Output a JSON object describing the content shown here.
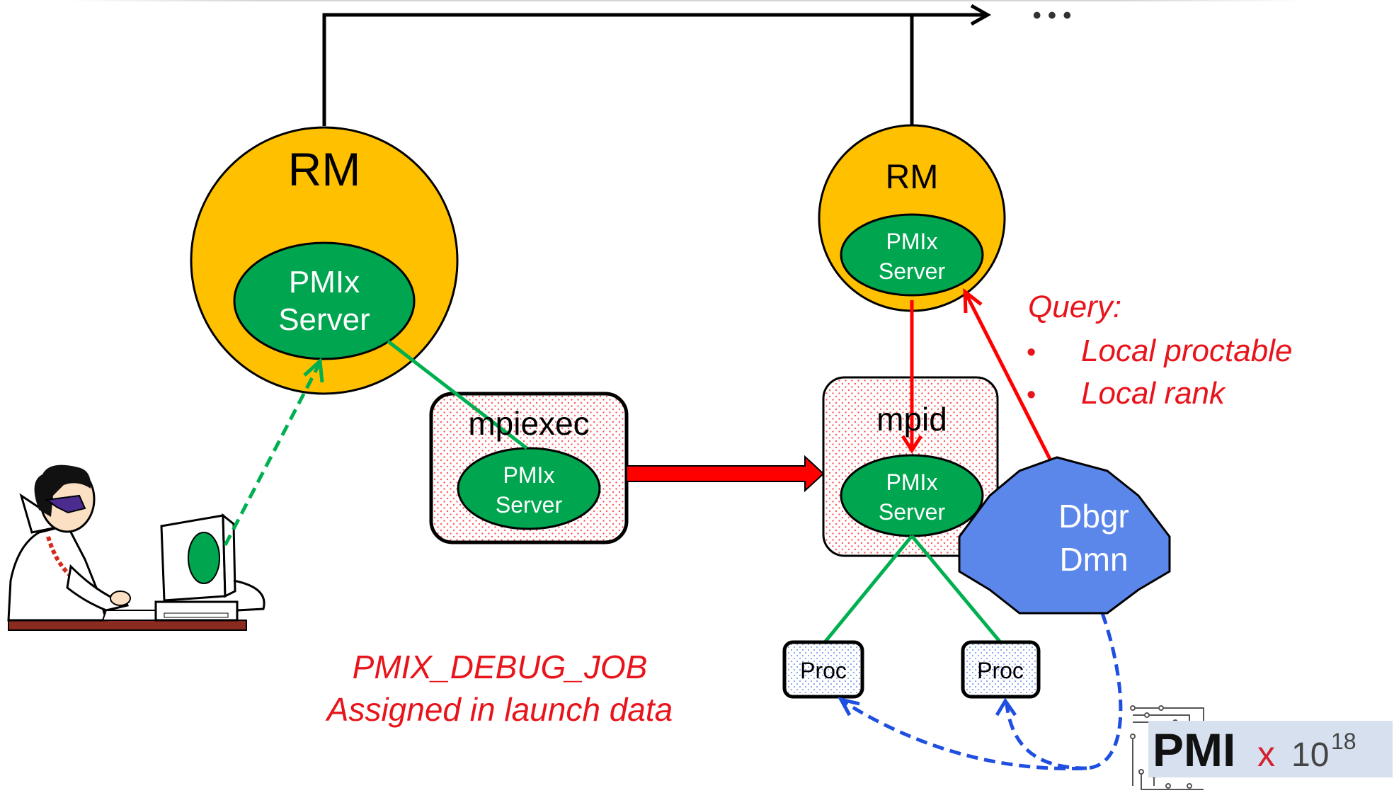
{
  "top_ellipsis": "• • •",
  "rm_left": {
    "title": "RM",
    "server_line1": "PMIx",
    "server_line2": "Server"
  },
  "rm_right": {
    "title": "RM",
    "server_line1": "PMIx",
    "server_line2": "Server"
  },
  "mpiexec": {
    "label": "mpiexec",
    "server_line1": "PMIx",
    "server_line2": "Server"
  },
  "mpid": {
    "label": "mpid",
    "server_line1": "PMIx",
    "server_line2": "Server"
  },
  "procs": [
    "Proc",
    "Proc"
  ],
  "debugger_daemon": {
    "line1": "Dbgr",
    "line2": "Dmn"
  },
  "query": {
    "heading": "Query:",
    "bullet_char": "•",
    "items": [
      "Local proctable",
      "Local rank"
    ]
  },
  "note": {
    "line1": "PMIX_DEBUG_JOB",
    "line2": "Assigned in launch data"
  },
  "logo": {
    "main": "PMI",
    "x": "x",
    "base": "10",
    "exponent": "18"
  },
  "colors": {
    "rm_fill": "#FFC000",
    "server_fill": "#00A550",
    "dbgr_fill": "#5B87EB",
    "red": "#FF0000",
    "green": "#00B050",
    "blue": "#1F4FE0",
    "text_red": "#E8141B",
    "logo_gray": "#444444",
    "logo_red": "#D4202C",
    "logo_bg": "#D6E0EE"
  }
}
